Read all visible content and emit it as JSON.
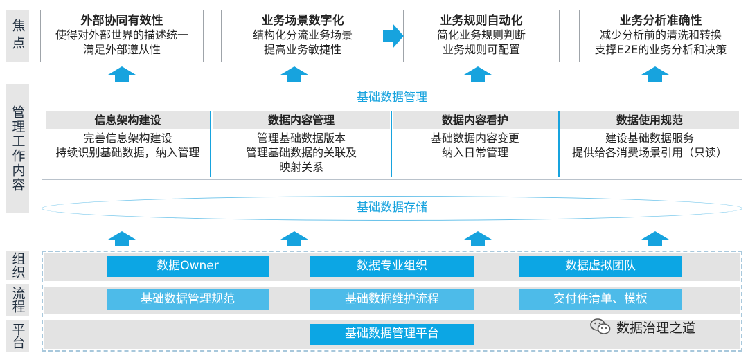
{
  "side_labels": [
    "焦点",
    "管理工作内容",
    "组织",
    "流程",
    "平台"
  ],
  "focus": [
    {
      "title": "外部协同有效性",
      "lines": [
        "使得对外部世界的描述统一",
        "满足外部遵从性"
      ]
    },
    {
      "title": "业务场景数字化",
      "lines": [
        "结构化分流业务场景",
        "提高业务敏捷性"
      ]
    },
    {
      "title": "业务规则自动化",
      "lines": [
        "简化业务规则判断",
        "业务规则可配置"
      ]
    },
    {
      "title": "业务分析准确性",
      "lines": [
        "减少分析前的清洗和转换",
        "支撑E2E的业务分析和决策"
      ]
    }
  ],
  "management": {
    "title": "基础数据管理",
    "columns": [
      {
        "head": "信息架构建设",
        "lines": [
          "完善信息架构建设",
          "持续识别基础数据，纳入管理"
        ]
      },
      {
        "head": "数据内容管理",
        "lines": [
          "管理基础数据版本",
          "管理基础数据的关联及",
          "映射关系"
        ]
      },
      {
        "head": "数据内容看护",
        "lines": [
          "基础数据内容变更",
          "纳入日常管理"
        ]
      },
      {
        "head": "数据使用规范",
        "lines": [
          "建设基础数据服务",
          "提供给各消费场景引用（只读）"
        ]
      }
    ]
  },
  "storage_label": "基础数据存储",
  "organization": [
    "数据Owner",
    "数据专业组织",
    "数据虚拟团队"
  ],
  "process": [
    "基础数据管理规范",
    "基础数据维护流程",
    "交付件清单、模板"
  ],
  "platform": "基础数据管理平台",
  "watermark_text": "数据治理之道",
  "colors": {
    "accent": "#0ca6e4",
    "light_accent": "#4dbbe9",
    "gray": "#e5e5e5"
  },
  "icons": [
    "up-arrow-icon",
    "right-arrow-icon",
    "wechat-icon"
  ]
}
